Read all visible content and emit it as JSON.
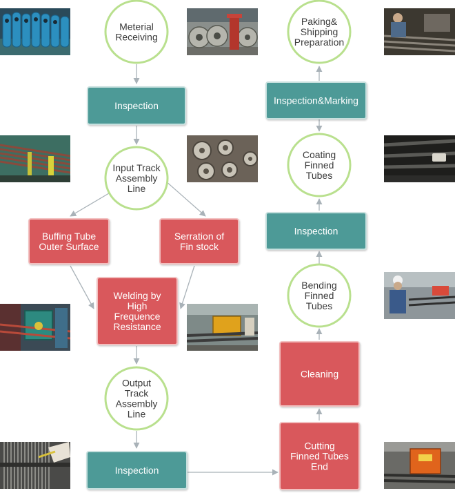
{
  "colors": {
    "circle_stroke": "#b9e08e",
    "teal_fill": "#4d9a97",
    "teal_stroke": "#c7e0de",
    "red_fill": "#d9585c",
    "red_stroke": "#f2c0c0",
    "arrow": "#a9b2b8",
    "text_dark": "#3a3a3a",
    "text_light": "#ffffff"
  },
  "nodes": [
    {
      "id": "material-receiving",
      "shape": "circle",
      "lines": [
        "Meterial",
        "Receiving"
      ]
    },
    {
      "id": "inspection-1",
      "shape": "teal",
      "lines": [
        "Inspection"
      ]
    },
    {
      "id": "input-track",
      "shape": "circle",
      "lines": [
        "Input Track",
        "Assembly",
        "Line"
      ]
    },
    {
      "id": "buffing-tube",
      "shape": "red",
      "lines": [
        "Buffing Tube",
        "Outer Surface"
      ]
    },
    {
      "id": "serration-fin",
      "shape": "red",
      "lines": [
        "Serration of",
        "Fin stock"
      ]
    },
    {
      "id": "welding",
      "shape": "red",
      "lines": [
        "Welding by",
        "High",
        "Frequence",
        "Resistance"
      ]
    },
    {
      "id": "output-track",
      "shape": "circle",
      "lines": [
        "Output",
        "Track",
        "Assembly",
        "Line"
      ]
    },
    {
      "id": "inspection-2",
      "shape": "teal",
      "lines": [
        "Inspection"
      ]
    },
    {
      "id": "cutting",
      "shape": "red",
      "lines": [
        "Cutting",
        "Finned Tubes",
        "End"
      ]
    },
    {
      "id": "cleaning",
      "shape": "red",
      "lines": [
        "Cleaning"
      ]
    },
    {
      "id": "bending",
      "shape": "circle",
      "lines": [
        "Bending",
        "Finned",
        "Tubes"
      ]
    },
    {
      "id": "inspection-3",
      "shape": "teal",
      "lines": [
        "Inspection"
      ]
    },
    {
      "id": "coating",
      "shape": "circle",
      "lines": [
        "Coating",
        "Finned",
        "Tubes"
      ]
    },
    {
      "id": "inspection-marking",
      "shape": "teal",
      "lines": [
        "Inspection&Marking"
      ]
    },
    {
      "id": "packing-shipping",
      "shape": "circle",
      "lines": [
        "Paking&",
        "Shipping",
        "Preparation"
      ]
    }
  ],
  "photos": [
    {
      "id": "photo-blue-pipes",
      "icon": "blue-pipe-stack-photo"
    },
    {
      "id": "photo-steel-coils",
      "icon": "steel-coil-warehouse-photo"
    },
    {
      "id": "photo-tube-rack",
      "icon": "tube-rack-photo"
    },
    {
      "id": "photo-fin-rollers",
      "icon": "fin-roller-machine-photo"
    },
    {
      "id": "photo-welding-machine",
      "icon": "welding-machine-photo"
    },
    {
      "id": "photo-assembly-line",
      "icon": "assembly-line-photo"
    },
    {
      "id": "photo-finned-tube-closeup",
      "icon": "finned-tube-closeup-photo"
    },
    {
      "id": "photo-packing-worker",
      "icon": "packing-worker-photo"
    },
    {
      "id": "photo-coating-tubes",
      "icon": "coating-tubes-photo"
    },
    {
      "id": "photo-bending-worker",
      "icon": "bending-worker-photo"
    },
    {
      "id": "photo-cutting-machine",
      "icon": "cutting-machine-photo"
    }
  ],
  "edges": [
    [
      "material-receiving",
      "inspection-1"
    ],
    [
      "inspection-1",
      "input-track"
    ],
    [
      "input-track",
      "buffing-tube"
    ],
    [
      "input-track",
      "serration-fin"
    ],
    [
      "buffing-tube",
      "welding"
    ],
    [
      "serration-fin",
      "welding"
    ],
    [
      "welding",
      "output-track"
    ],
    [
      "output-track",
      "inspection-2"
    ],
    [
      "inspection-2",
      "cutting"
    ],
    [
      "cutting",
      "cleaning"
    ],
    [
      "cleaning",
      "bending"
    ],
    [
      "bending",
      "inspection-3"
    ],
    [
      "inspection-3",
      "coating"
    ],
    [
      "coating",
      "inspection-marking"
    ],
    [
      "inspection-marking",
      "packing-shipping"
    ]
  ]
}
